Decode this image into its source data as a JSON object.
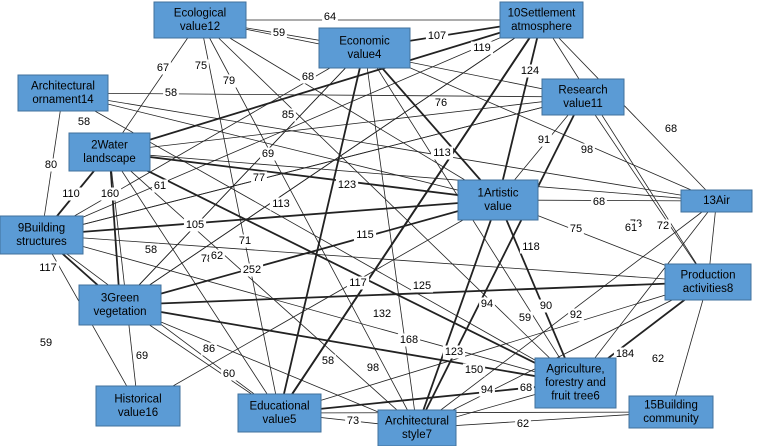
{
  "nodes": [
    {
      "id": "n12",
      "lines": [
        "Ecological",
        "value12"
      ]
    },
    {
      "id": "n4",
      "lines": [
        "Economic",
        "value4"
      ]
    },
    {
      "id": "n10",
      "lines": [
        "10Settlement",
        "atmosphere"
      ]
    },
    {
      "id": "n14",
      "lines": [
        "Architectural",
        "ornament14"
      ]
    },
    {
      "id": "n11",
      "lines": [
        "Research",
        "value11"
      ]
    },
    {
      "id": "n2",
      "lines": [
        "2Water",
        "landscape"
      ]
    },
    {
      "id": "n1",
      "lines": [
        "1Artistic",
        "value"
      ]
    },
    {
      "id": "n13",
      "lines": [
        "13Air"
      ]
    },
    {
      "id": "n9",
      "lines": [
        "9Building",
        "structures"
      ]
    },
    {
      "id": "n3",
      "lines": [
        "3Green",
        "vegetation"
      ]
    },
    {
      "id": "n8",
      "lines": [
        "Production",
        "activities8"
      ]
    },
    {
      "id": "n6",
      "lines": [
        "Agriculture,",
        "forestry and",
        "fruit tree6"
      ]
    },
    {
      "id": "n16",
      "lines": [
        "Historical",
        "value16"
      ]
    },
    {
      "id": "n5",
      "lines": [
        "Educational",
        "value5"
      ]
    },
    {
      "id": "n7",
      "lines": [
        "Architectural",
        "style7"
      ]
    },
    {
      "id": "n15",
      "lines": [
        "15Building",
        "community"
      ]
    }
  ],
  "edges": [
    {
      "from": "n12",
      "to": "n10",
      "label": "64",
      "bold": false
    },
    {
      "from": "n12",
      "to": "n4",
      "label": "59",
      "bold": false
    },
    {
      "from": "n12",
      "to": "n2",
      "label": "67",
      "bold": false
    },
    {
      "from": "n12",
      "to": "n5",
      "label": "75",
      "bold": false
    },
    {
      "from": "n12",
      "to": "n1",
      "label": "68",
      "bold": false
    },
    {
      "from": "n12",
      "to": "n7",
      "label": "",
      "bold": false
    },
    {
      "from": "n12",
      "to": "n11",
      "label": "",
      "bold": false
    },
    {
      "from": "n4",
      "to": "n10",
      "label": "107",
      "bold": true
    },
    {
      "from": "n4",
      "to": "n9",
      "label": "79",
      "bold": false
    },
    {
      "from": "n4",
      "to": "n5",
      "label": "252",
      "bold": true
    },
    {
      "from": "n4",
      "to": "n1",
      "label": "113",
      "bold": true
    },
    {
      "from": "n4",
      "to": "n6",
      "label": "",
      "bold": false
    },
    {
      "from": "n4",
      "to": "n13",
      "label": "",
      "bold": false
    },
    {
      "from": "n4",
      "to": "n3",
      "label": "",
      "bold": false
    },
    {
      "from": "n10",
      "to": "n2",
      "label": "119",
      "bold": true
    },
    {
      "from": "n10",
      "to": "n1",
      "label": "124",
      "bold": true
    },
    {
      "from": "n10",
      "to": "n13",
      "label": "68",
      "bold": false
    },
    {
      "from": "n10",
      "to": "n5",
      "label": "117",
      "bold": true
    },
    {
      "from": "n10",
      "to": "n8",
      "label": "",
      "bold": false
    },
    {
      "from": "n10",
      "to": "n3",
      "label": "",
      "bold": false
    },
    {
      "from": "n14",
      "to": "n11",
      "label": "58",
      "bold": false
    },
    {
      "from": "n14",
      "to": "n1",
      "label": "85",
      "bold": false
    },
    {
      "from": "n14",
      "to": "n9",
      "label": "80",
      "bold": false
    },
    {
      "from": "n14",
      "to": "n6",
      "label": "58",
      "bold": false
    },
    {
      "from": "n14",
      "to": "n13",
      "label": "",
      "bold": false
    },
    {
      "from": "n11",
      "to": "n2",
      "label": "76",
      "bold": false
    },
    {
      "from": "n11",
      "to": "n1",
      "label": "91",
      "bold": false
    },
    {
      "from": "n11",
      "to": "n7",
      "label": "118",
      "bold": true
    },
    {
      "from": "n11",
      "to": "n8",
      "label": "73",
      "bold": false
    },
    {
      "from": "n11",
      "to": "n9",
      "label": "69",
      "bold": false
    },
    {
      "from": "n2",
      "to": "n9",
      "label": "110",
      "bold": true
    },
    {
      "from": "n2",
      "to": "n3",
      "label": "160",
      "bold": true
    },
    {
      "from": "n2",
      "to": "n1",
      "label": "123",
      "bold": true
    },
    {
      "from": "n2",
      "to": "n6",
      "label": "113",
      "bold": true
    },
    {
      "from": "n2",
      "to": "n5",
      "label": "78",
      "bold": false
    },
    {
      "from": "n2",
      "to": "n13",
      "label": "98",
      "bold": false
    },
    {
      "from": "n2",
      "to": "n16",
      "label": "58",
      "bold": false
    },
    {
      "from": "n1",
      "to": "n13",
      "label": "68",
      "bold": false
    },
    {
      "from": "n1",
      "to": "n9",
      "label": "105",
      "bold": true
    },
    {
      "from": "n1",
      "to": "n3",
      "label": "115",
      "bold": true
    },
    {
      "from": "n1",
      "to": "n6",
      "label": "90",
      "bold": true
    },
    {
      "from": "n1",
      "to": "n7",
      "label": "123",
      "bold": true
    },
    {
      "from": "n1",
      "to": "n8",
      "label": "75",
      "bold": false
    },
    {
      "from": "n1",
      "to": "n16",
      "label": "60",
      "bold": false
    },
    {
      "from": "n9",
      "to": "n3",
      "label": "117",
      "bold": true
    },
    {
      "from": "n9",
      "to": "n16",
      "label": "59",
      "bold": false
    },
    {
      "from": "n9",
      "to": "n10",
      "label": "61",
      "bold": false
    },
    {
      "from": "n9",
      "to": "n11",
      "label": "77",
      "bold": false
    },
    {
      "from": "n9",
      "to": "n8",
      "label": "",
      "bold": false
    },
    {
      "from": "n9",
      "to": "n6",
      "label": "",
      "bold": false
    },
    {
      "from": "n3",
      "to": "n8",
      "label": "125",
      "bold": true
    },
    {
      "from": "n3",
      "to": "n6",
      "label": "168",
      "bold": true
    },
    {
      "from": "n3",
      "to": "n5",
      "label": "69",
      "bold": false
    },
    {
      "from": "n3",
      "to": "n7",
      "label": "86",
      "bold": false
    },
    {
      "from": "n3",
      "to": "n10",
      "label": "71",
      "bold": false
    },
    {
      "from": "n3",
      "to": "n4",
      "label": "62",
      "bold": false
    },
    {
      "from": "n8",
      "to": "n6",
      "label": "184",
      "bold": true
    },
    {
      "from": "n8",
      "to": "n15",
      "label": "62",
      "bold": false
    },
    {
      "from": "n8",
      "to": "n5",
      "label": "92",
      "bold": false
    },
    {
      "from": "n8",
      "to": "n7",
      "label": "",
      "bold": false
    },
    {
      "from": "n13",
      "to": "n6",
      "label": "72",
      "bold": false
    },
    {
      "from": "n13",
      "to": "n8",
      "label": "61",
      "bold": false
    },
    {
      "from": "n13",
      "to": "n7",
      "label": "",
      "bold": false
    },
    {
      "from": "n6",
      "to": "n5",
      "label": "150",
      "bold": true
    },
    {
      "from": "n6",
      "to": "n7",
      "label": "94",
      "bold": false
    },
    {
      "from": "n6",
      "to": "n12",
      "label": "59",
      "bold": false
    },
    {
      "from": "n5",
      "to": "n7",
      "label": "73",
      "bold": false
    },
    {
      "from": "n5",
      "to": "n15",
      "label": "68",
      "bold": false
    },
    {
      "from": "n5",
      "to": "n10",
      "label": "132",
      "bold": true
    },
    {
      "from": "n5",
      "to": "n9",
      "label": "58",
      "bold": false
    },
    {
      "from": "n7",
      "to": "n15",
      "label": "62",
      "bold": false
    },
    {
      "from": "n7",
      "to": "n4",
      "label": "94",
      "bold": false
    },
    {
      "from": "n7",
      "to": "n2",
      "label": "98",
      "bold": false
    }
  ]
}
